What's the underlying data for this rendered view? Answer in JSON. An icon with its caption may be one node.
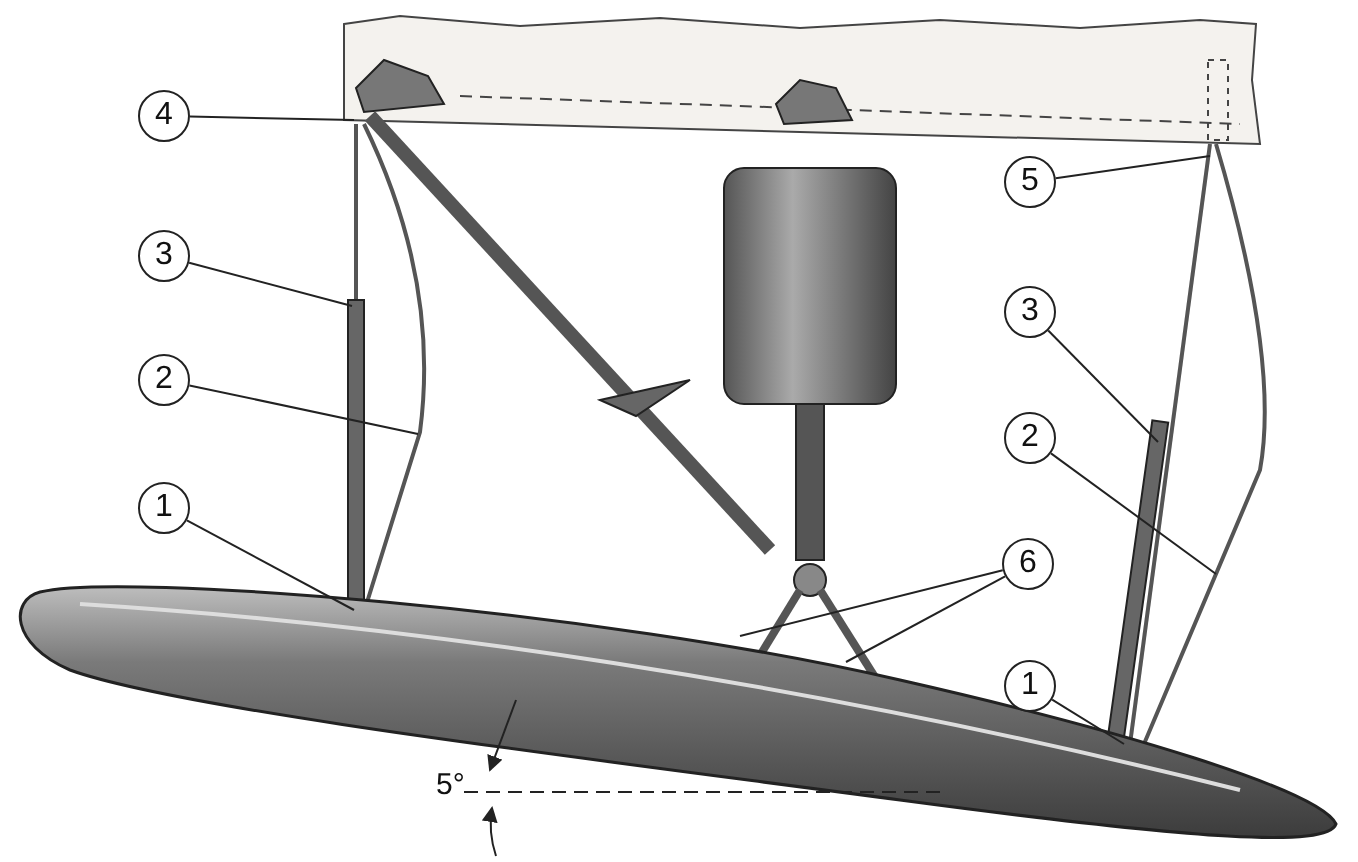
{
  "diagram": {
    "nodes": [
      {
        "text": [
          "4"
        ]
      },
      {
        "text": [
          "3"
        ]
      },
      {
        "text": [
          "2"
        ]
      },
      {
        "text": [
          "1"
        ]
      },
      {
        "text": [
          "5"
        ]
      },
      {
        "text": [
          "3"
        ]
      },
      {
        "text": [
          "2"
        ]
      },
      {
        "text": [
          "1"
        ]
      },
      {
        "text": [
          "6"
        ]
      }
    ],
    "edges": [
      {
        "from": 0,
        "to": null,
        "arrow": "none"
      },
      {
        "from": 1,
        "to": null,
        "arrow": "none"
      },
      {
        "from": 2,
        "to": null,
        "arrow": "none"
      },
      {
        "from": 3,
        "to": null,
        "arrow": "none"
      },
      {
        "from": 4,
        "to": null,
        "arrow": "none"
      },
      {
        "from": 5,
        "to": null,
        "arrow": "none"
      },
      {
        "from": 6,
        "to": null,
        "arrow": "none"
      },
      {
        "from": 7,
        "to": null,
        "arrow": "none"
      },
      {
        "from": 8,
        "to": null,
        "arrow": "none"
      },
      {
        "from": 8,
        "to": null,
        "arrow": "none"
      }
    ],
    "labels": [
      "5°"
    ]
  }
}
